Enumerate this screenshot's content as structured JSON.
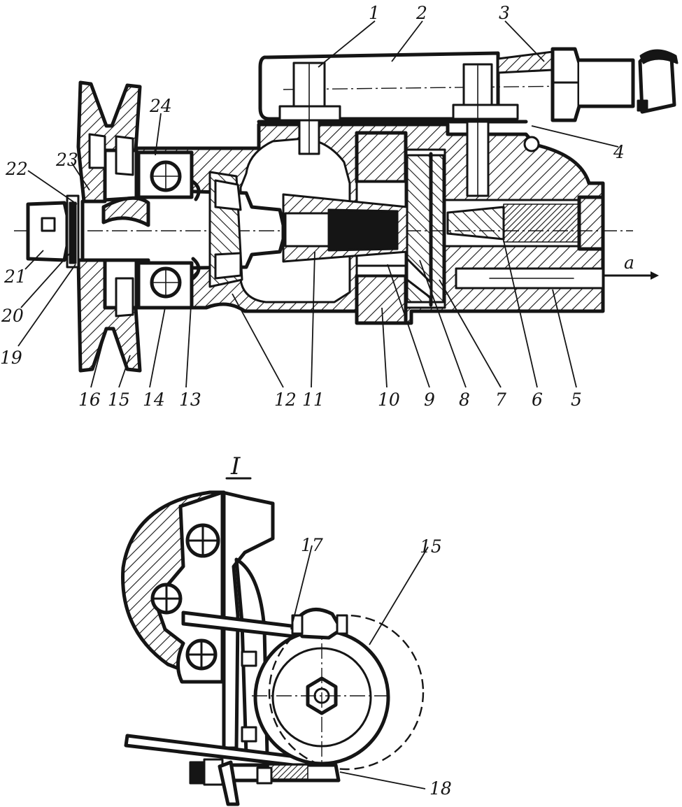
{
  "diagram": {
    "view_label": "I",
    "flow_label": "a",
    "parts": [
      {
        "number": "1"
      },
      {
        "number": "2"
      },
      {
        "number": "3"
      },
      {
        "number": "4"
      },
      {
        "number": "5"
      },
      {
        "number": "6"
      },
      {
        "number": "7"
      },
      {
        "number": "8"
      },
      {
        "number": "9"
      },
      {
        "number": "10"
      },
      {
        "number": "11"
      },
      {
        "number": "12"
      },
      {
        "number": "13"
      },
      {
        "number": "14"
      },
      {
        "number": "15"
      },
      {
        "number": "16"
      },
      {
        "number": "19"
      },
      {
        "number": "20"
      },
      {
        "number": "21"
      },
      {
        "number": "22"
      },
      {
        "number": "23"
      },
      {
        "number": "24"
      }
    ],
    "view_parts": [
      {
        "number": "17"
      },
      {
        "number": "15"
      },
      {
        "number": "18"
      }
    ]
  }
}
